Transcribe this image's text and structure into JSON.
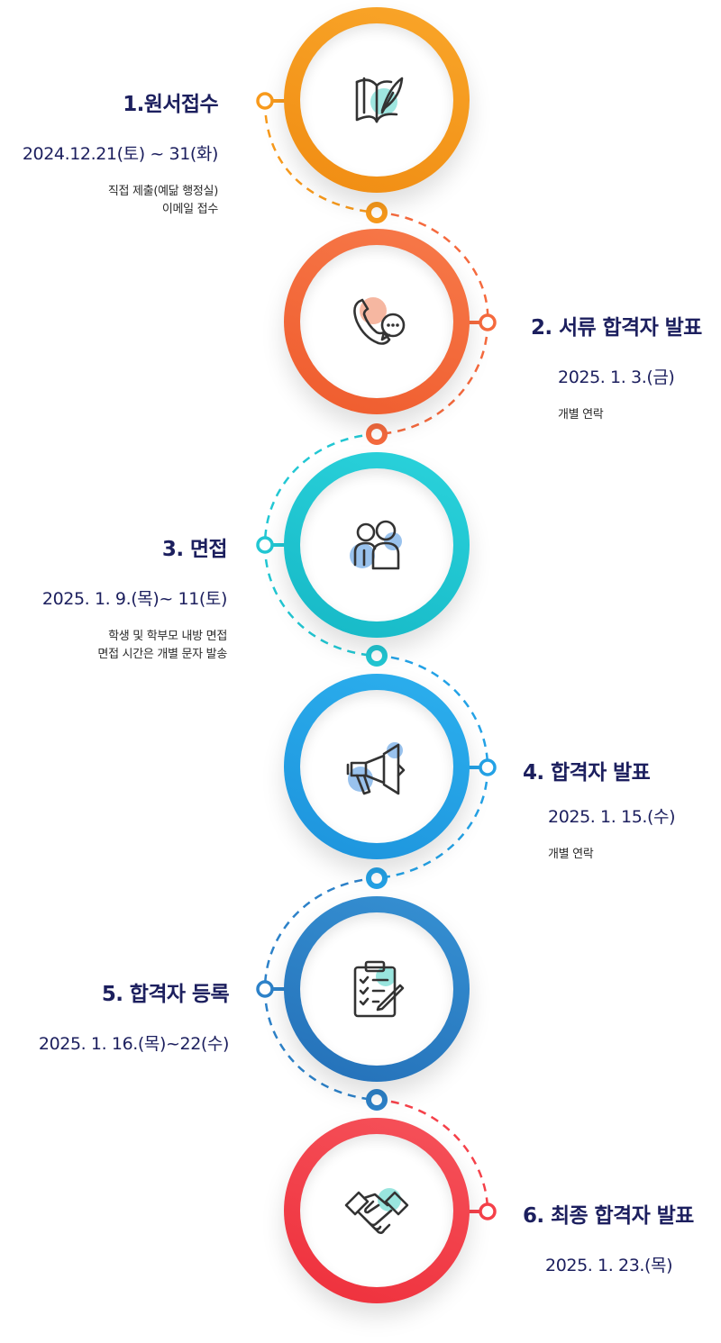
{
  "colors": {
    "orange": "#f89a1c",
    "coral": "#f56a3e",
    "teal": "#22c7d3",
    "sky": "#24a2e6",
    "blue": "#2d82c9",
    "red": "#f5414a",
    "text": "#1c1f5e"
  },
  "steps": [
    {
      "title": "1.원서접수",
      "date": "2024.12.21(토) ~ 31(화)",
      "notes": [
        "직접 제출(예닮 행정실)",
        "이메일 접수"
      ],
      "icon": "book-feather-icon"
    },
    {
      "title": "2. 서류 합격자 발표",
      "date": "2025. 1. 3.(금)",
      "notes": [
        "개별 연락"
      ],
      "icon": "phone-chat-icon"
    },
    {
      "title": "3. 면접",
      "date": "2025. 1. 9.(목)~ 11(토)",
      "notes": [
        "학생 및 학부모 내방 면접",
        "면접 시간은 개별 문자 발송"
      ],
      "icon": "people-icon"
    },
    {
      "title": "4. 합격자 발표",
      "date": "2025. 1. 15.(수)",
      "notes": [
        "개별 연락"
      ],
      "icon": "megaphone-icon"
    },
    {
      "title": "5. 합격자 등록",
      "date": "2025. 1. 16.(목)~22(수)",
      "notes": [],
      "icon": "clipboard-check-icon"
    },
    {
      "title": "6. 최종 합격자 발표",
      "date": "2025. 1. 23.(목)",
      "notes": [],
      "icon": "handshake-icon"
    }
  ]
}
